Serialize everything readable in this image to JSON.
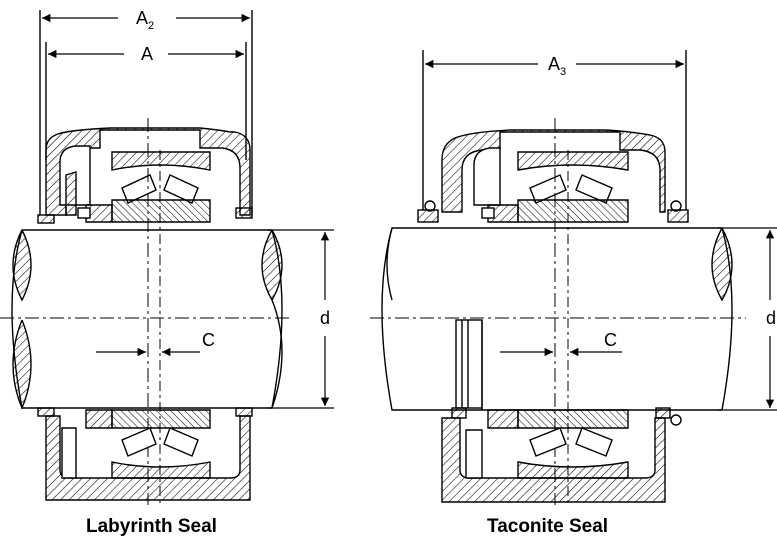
{
  "labyrinth": {
    "caption": "Labyrinth Seal",
    "dim_a2_main": "A",
    "dim_a2_sub": "2",
    "dim_a": "A",
    "dim_c": "C",
    "dim_d": "d"
  },
  "taconite": {
    "caption": "Taconite Seal",
    "dim_a3_main": "A",
    "dim_a3_sub": "3",
    "dim_c": "C",
    "dim_d": "d"
  },
  "colors": {
    "line": "#000000",
    "hatch": "#000000",
    "background": "#ffffff"
  }
}
